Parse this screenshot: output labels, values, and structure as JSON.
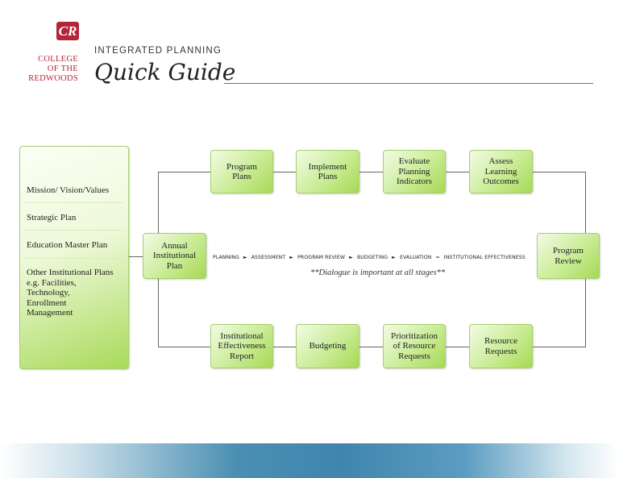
{
  "header": {
    "logo_letters": "CR",
    "college_lines": [
      "COLLEGE",
      "OF THE",
      "REDWOODS"
    ],
    "subtitle": "INTEGRATED PLANNING",
    "title": "Quick Guide"
  },
  "sidebar": {
    "items": [
      "Mission/ Vision/Values",
      "Strategic Plan",
      "Education Master Plan",
      "Other Institutional Plans\n   e.g. Facilities,\n   Technology,\n   Enrollment\n   Management"
    ]
  },
  "center": {
    "annual_plan": "Annual\nInstitutional\nPlan",
    "program_review_right": "Program\nReview"
  },
  "top_row": [
    "Program\nPlans",
    "Implement\nPlans",
    "Evaluate\nPlanning\nIndicators",
    "Assess\nLearning\nOutcomes"
  ],
  "bottom_row": [
    "Institutional\nEffectiveness\nReport",
    "Budgeting",
    "Prioritization\nof Resource\nRequests",
    "Resource\nRequests"
  ],
  "flow": {
    "steps": [
      "PLANNING",
      "ASSESSMENT",
      "PROGRAM REVIEW",
      "BUDGETING",
      "EVALUATION"
    ],
    "arrow": "►",
    "equals": "=",
    "result": "INSTITUTIONAL EFFECTIVENESS",
    "note": "**Dialogue is important at all stages**"
  },
  "colors": {
    "brand_red": "#b5253a",
    "box_green": "#a7d955",
    "rule_blue": "#3d7fa5"
  }
}
